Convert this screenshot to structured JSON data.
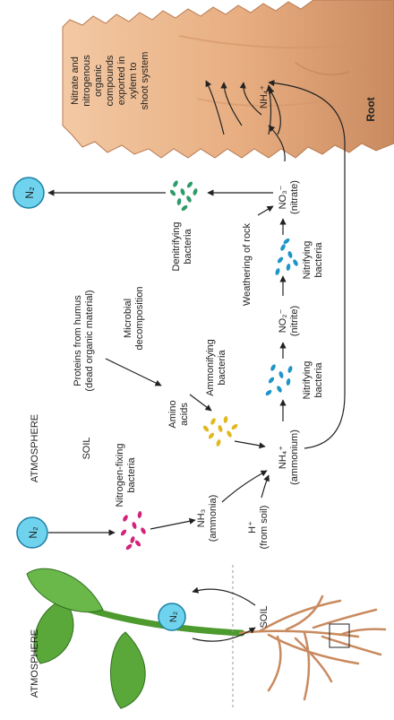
{
  "labels": {
    "atmosphere_top": "ATMOSPHERE",
    "soil_top": "SOIL",
    "atmosphere_plant": "ATMOSPHERE",
    "soil_plant": "SOIL",
    "root": "Root",
    "exported_l1": "Nitrate and",
    "exported_l2": "nitrogenous",
    "exported_l3": "organic",
    "exported_l4": "compounds",
    "exported_l5": "exported in",
    "exported_l6": "xylem to",
    "exported_l7": "shoot system",
    "nh4_root": "NH₄⁺",
    "denitrifying_l1": "Denitrifying",
    "denitrifying_l2": "bacteria",
    "no3_l1": "NO₃⁻",
    "no3_l2": "(nitrate)",
    "weathering": "Weathering of rock",
    "nitrifying2_l1": "Nitrifying",
    "nitrifying2_l2": "bacteria",
    "proteins_l1": "Proteins from humus",
    "proteins_l2": "(dead organic material)",
    "microbial_l1": "Microbial",
    "microbial_l2": "decomposition",
    "amino_l1": "Amino",
    "amino_l2": "acids",
    "ammonifying_l1": "Ammonifying",
    "ammonifying_l2": "bacteria",
    "no2_l1": "NO₂⁻",
    "no2_l2": "(nitrite)",
    "nitrifying1_l1": "Nitrifying",
    "nitrifying1_l2": "bacteria",
    "nh4_l1": "NH₄⁺",
    "nh4_l2": "(ammonium)",
    "nitrogen_fixing_l1": "Nitrogen-fixing",
    "nitrogen_fixing_l2": "bacteria",
    "nh3_l1": "NH₃",
    "nh3_l2": "(ammonia)",
    "hplus_l1": "H⁺",
    "hplus_l2": "(from soil)",
    "n2_top": "N₂",
    "n2_left": "N₂",
    "n2_plant": "N₂"
  },
  "colors": {
    "n2_circle": "#6fd3ee",
    "nitrogen_fixing": "#d4237a",
    "ammonifying": "#e2b81e",
    "nitrifying": "#1e95c8",
    "denitrifying": "#2f9a6a",
    "root_fill": "#e8b083",
    "leaf": "#5aa83a"
  }
}
